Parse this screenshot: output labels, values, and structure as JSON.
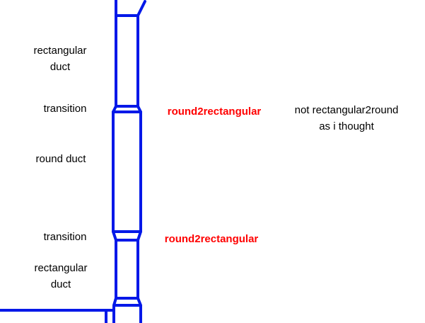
{
  "colors": {
    "duct": "#0018e8",
    "annotation": "#ff0000",
    "text": "#000000",
    "background": "#ffffff"
  },
  "labels": {
    "rect_duct_top": [
      "rectangular",
      "duct"
    ],
    "transition_top": "transition",
    "round_duct": "round duct",
    "transition_bottom": "transition",
    "rect_duct_bottom": [
      "rectangular",
      "duct"
    ]
  },
  "annotations": {
    "round2rect_top": "round2rectangular",
    "round2rect_bottom": "round2rectangular",
    "note": [
      "not rectangular2round",
      "as i thought"
    ]
  }
}
